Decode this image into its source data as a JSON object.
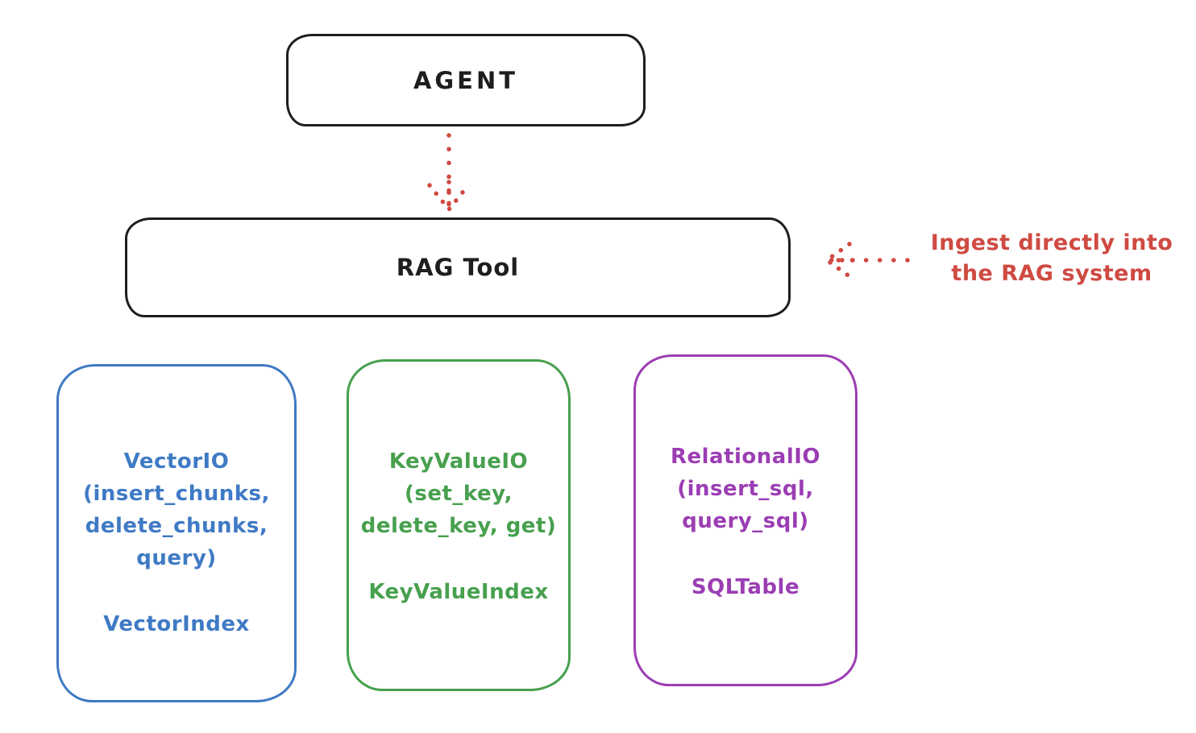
{
  "colors": {
    "ink": "#1e1e1e",
    "red": "#cf4a42",
    "blue": "#3f7ac5",
    "green": "#47a04e",
    "purple": "#9b3db3",
    "bg": "#ffffff"
  },
  "diagram": {
    "agent_box": {
      "label": "AGENT"
    },
    "ragtool_box": {
      "label": "RAG Tool"
    },
    "annotation": {
      "text": "Ingest directly into\nthe RAG system"
    },
    "arrows": [
      {
        "name": "agent-to-ragtool",
        "style": "dotted",
        "color": "#cf4a42",
        "direction": "down"
      },
      {
        "name": "annotation-to-ragtool",
        "style": "dotted",
        "color": "#cf4a42",
        "direction": "left"
      }
    ],
    "io_boxes": {
      "vector": {
        "title": "VectorIO",
        "methods": "(insert_chunks,\ndelete_chunks,\nquery)",
        "index": "VectorIndex",
        "color": "#3f7ac5"
      },
      "keyvalue": {
        "title": "KeyValueIO",
        "methods": "(set_key,\ndelete_key, get)",
        "index": "KeyValueIndex",
        "color": "#47a04e"
      },
      "relational": {
        "title": "RelationalIO",
        "methods": "(insert_sql,\nquery_sql)",
        "index": "SQLTable",
        "color": "#9b3db3"
      }
    }
  }
}
